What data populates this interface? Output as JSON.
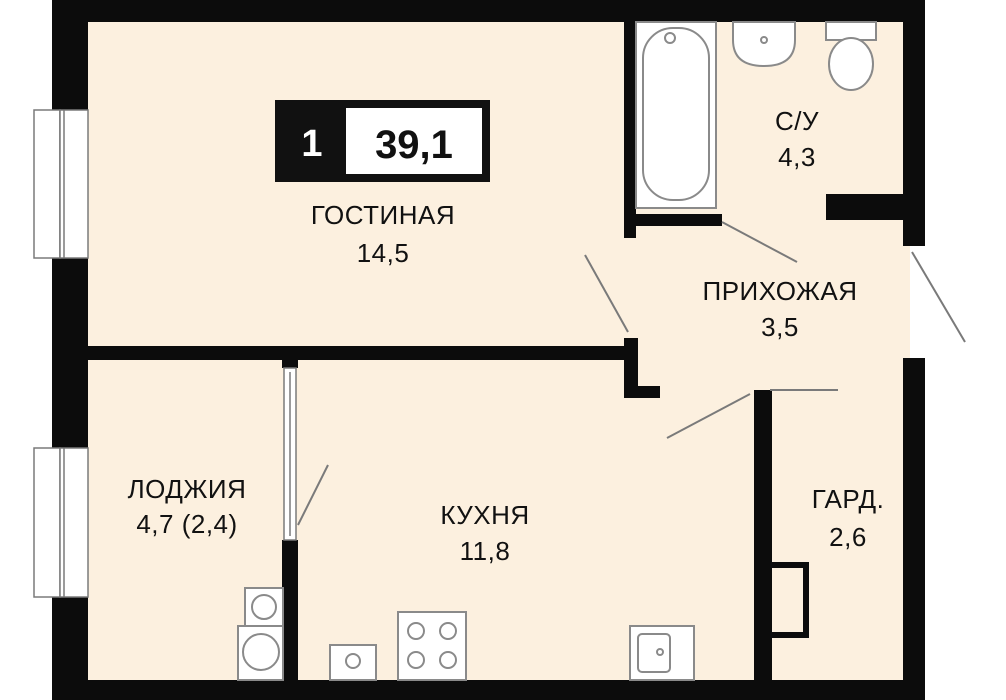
{
  "plan": {
    "rooms_label": "1",
    "total_area": "39,1",
    "rooms": {
      "living": {
        "name": "ГОСТИНАЯ",
        "area": "14,5"
      },
      "bathroom": {
        "name": "С/У",
        "area": "4,3"
      },
      "hallway": {
        "name": "ПРИХОЖАЯ",
        "area": "3,5"
      },
      "loggia": {
        "name": "ЛОДЖИЯ",
        "area": "4,7 (2,4)"
      },
      "kitchen": {
        "name": "КУХНЯ",
        "area": "11,8"
      },
      "wardrobe": {
        "name": "ГАРД.",
        "area": "2,6"
      }
    }
  },
  "colors": {
    "floor": "#fcf0df",
    "wall": "#0c0c0c",
    "badge_dark": "#111111",
    "badge_light": "#ffffff",
    "fixture_fill": "#ffffff",
    "fixture_stroke": "#7a7a7a"
  }
}
